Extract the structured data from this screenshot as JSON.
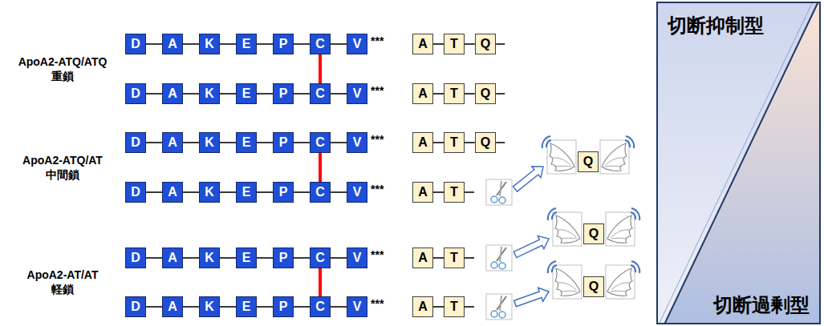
{
  "diagram": {
    "nodes": [
      {
        "text": [
          "D"
        ]
      },
      {
        "text": [
          "A"
        ]
      },
      {
        "text": [
          "K"
        ]
      },
      {
        "text": [
          "E"
        ]
      },
      {
        "text": [
          "P"
        ]
      },
      {
        "text": [
          "C"
        ]
      },
      {
        "text": [
          "V"
        ]
      },
      {
        "text": [
          "A"
        ]
      },
      {
        "text": [
          "T"
        ]
      },
      {
        "text": [
          "Q"
        ]
      },
      {
        "text": [
          "D"
        ]
      },
      {
        "text": [
          "A"
        ]
      },
      {
        "text": [
          "K"
        ]
      },
      {
        "text": [
          "E"
        ]
      },
      {
        "text": [
          "P"
        ]
      },
      {
        "text": [
          "C"
        ]
      },
      {
        "text": [
          "V"
        ]
      },
      {
        "text": [
          "A"
        ]
      },
      {
        "text": [
          "T"
        ]
      },
      {
        "text": [
          "Q"
        ]
      },
      {
        "text": [
          "D"
        ]
      },
      {
        "text": [
          "A"
        ]
      },
      {
        "text": [
          "K"
        ]
      },
      {
        "text": [
          "E"
        ]
      },
      {
        "text": [
          "P"
        ]
      },
      {
        "text": [
          "C"
        ]
      },
      {
        "text": [
          "V"
        ]
      },
      {
        "text": [
          "A"
        ]
      },
      {
        "text": [
          "T"
        ]
      },
      {
        "text": [
          "Q"
        ]
      },
      {
        "text": [
          "D"
        ]
      },
      {
        "text": [
          "A"
        ]
      },
      {
        "text": [
          "K"
        ]
      },
      {
        "text": [
          "E"
        ]
      },
      {
        "text": [
          "P"
        ]
      },
      {
        "text": [
          "C"
        ]
      },
      {
        "text": [
          "V"
        ]
      },
      {
        "text": [
          "A"
        ]
      },
      {
        "text": [
          "T"
        ]
      },
      {
        "text": [
          "Q"
        ]
      },
      {
        "text": [
          "D"
        ]
      },
      {
        "text": [
          "A"
        ]
      },
      {
        "text": [
          "K"
        ]
      },
      {
        "text": [
          "E"
        ]
      },
      {
        "text": [
          "P"
        ]
      },
      {
        "text": [
          "C"
        ]
      },
      {
        "text": [
          "V"
        ]
      },
      {
        "text": [
          "A"
        ]
      },
      {
        "text": [
          "T"
        ]
      },
      {
        "text": [
          "Q"
        ]
      },
      {
        "text": [
          "D"
        ]
      },
      {
        "text": [
          "A"
        ]
      },
      {
        "text": [
          "K"
        ]
      },
      {
        "text": [
          "E"
        ]
      },
      {
        "text": [
          "P"
        ]
      },
      {
        "text": [
          "C"
        ]
      },
      {
        "text": [
          "V"
        ]
      },
      {
        "text": [
          "A"
        ]
      },
      {
        "text": [
          "T"
        ]
      },
      {
        "text": [
          "Q"
        ]
      },
      {
        "text": [
          "切断抑制型",
          "切断過剰型"
        ]
      }
    ],
    "edges": [
      {
        "from": 0,
        "to": 1,
        "arrow": "none"
      },
      {
        "from": 1,
        "to": 2,
        "arrow": "none"
      },
      {
        "from": 2,
        "to": 3,
        "arrow": "none"
      },
      {
        "from": 3,
        "to": 4,
        "arrow": "none"
      },
      {
        "from": 4,
        "to": 5,
        "arrow": "none"
      },
      {
        "from": 5,
        "to": 6,
        "arrow": "none"
      },
      {
        "from": 7,
        "to": 8,
        "arrow": "none"
      },
      {
        "from": 8,
        "to": 9,
        "arrow": "none"
      },
      {
        "from": 10,
        "to": 11,
        "arrow": "none"
      },
      {
        "from": 11,
        "to": 12,
        "arrow": "none"
      },
      {
        "from": 12,
        "to": 13,
        "arrow": "none"
      },
      {
        "from": 13,
        "to": 14,
        "arrow": "none"
      },
      {
        "from": 14,
        "to": 15,
        "arrow": "none"
      },
      {
        "from": 15,
        "to": 16,
        "arrow": "none"
      },
      {
        "from": 17,
        "to": 18,
        "arrow": "none"
      },
      {
        "from": 18,
        "to": 19,
        "arrow": "none"
      },
      {
        "from": 5,
        "to": 15,
        "arrow": "none"
      },
      {
        "from": 20,
        "to": 21,
        "arrow": "none"
      },
      {
        "from": 21,
        "to": 22,
        "arrow": "none"
      },
      {
        "from": 22,
        "to": 23,
        "arrow": "none"
      },
      {
        "from": 23,
        "to": 24,
        "arrow": "none"
      },
      {
        "from": 24,
        "to": 25,
        "arrow": "none"
      },
      {
        "from": 25,
        "to": 26,
        "arrow": "none"
      },
      {
        "from": 27,
        "to": 28,
        "arrow": "none"
      },
      {
        "from": 28,
        "to": 29,
        "arrow": "none"
      },
      {
        "from": 30,
        "to": 31,
        "arrow": "none"
      },
      {
        "from": 31,
        "to": 32,
        "arrow": "none"
      },
      {
        "from": 32,
        "to": 33,
        "arrow": "none"
      },
      {
        "from": 33,
        "to": 34,
        "arrow": "none"
      },
      {
        "from": 34,
        "to": 35,
        "arrow": "none"
      },
      {
        "from": 35,
        "to": 36,
        "arrow": "none"
      },
      {
        "from": 37,
        "to": 38,
        "arrow": "none"
      },
      {
        "from": 25,
        "to": 35,
        "arrow": "none"
      },
      {
        "from": 40,
        "to": 41,
        "arrow": "none"
      },
      {
        "from": 41,
        "to": 42,
        "arrow": "none"
      },
      {
        "from": 42,
        "to": 43,
        "arrow": "none"
      },
      {
        "from": 43,
        "to": 44,
        "arrow": "none"
      },
      {
        "from": 44,
        "to": 45,
        "arrow": "none"
      },
      {
        "from": 45,
        "to": 46,
        "arrow": "none"
      },
      {
        "from": 47,
        "to": 48,
        "arrow": "none"
      },
      {
        "from": 50,
        "to": 51,
        "arrow": "none"
      },
      {
        "from": 51,
        "to": 52,
        "arrow": "none"
      },
      {
        "from": 52,
        "to": 53,
        "arrow": "none"
      },
      {
        "from": 53,
        "to": 54,
        "arrow": "none"
      },
      {
        "from": 54,
        "to": 55,
        "arrow": "none"
      },
      {
        "from": 55,
        "to": 56,
        "arrow": "none"
      },
      {
        "from": 57,
        "to": 58,
        "arrow": "none"
      },
      {
        "from": 45,
        "to": 55,
        "arrow": "none"
      }
    ],
    "labels": [
      "***",
      "ApoA2-ATQ/ATQ",
      "重鎖",
      "***",
      "***",
      "ApoA2-ATQ/AT",
      "中間鎖",
      "***",
      "***",
      "ApoA2-AT/AT",
      "軽鎖",
      "***"
    ]
  }
}
